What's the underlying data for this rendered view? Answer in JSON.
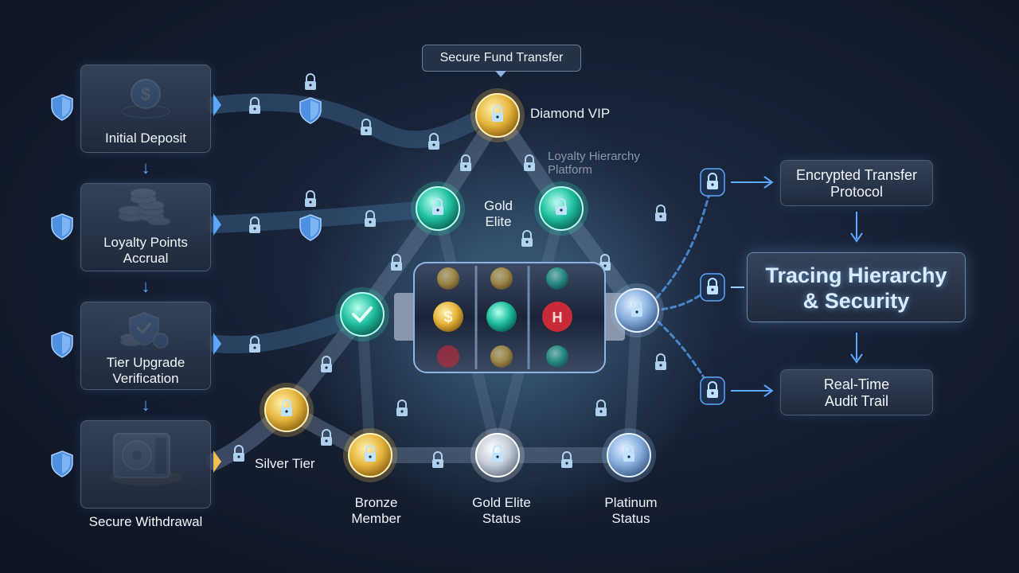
{
  "left_steps": [
    {
      "label": "Initial Deposit"
    },
    {
      "label": "Loyalty Points Accrual"
    },
    {
      "label": "Tier Upgrade Verification"
    },
    {
      "label": "Secure Withdrawal"
    }
  ],
  "callout": "Secure Fund Transfer",
  "tiers": {
    "diamond": "Diamond VIP",
    "gold_top": "Gold Elite",
    "silver": "Silver Tier",
    "bronze": "Bronze Member",
    "gold_status": "Gold Elite Status",
    "platinum": "Platinum Status"
  },
  "platform_label": "Loyalty Hierarchy Platform",
  "right_panel": {
    "encrypted": "Encrypted Transfer Protocol",
    "title": "Tracing Hierarchy & Security",
    "audit": "Real-Time Audit Trail"
  },
  "icons": [
    "dollar-coin-icon",
    "coin-stack-icon",
    "shield-check-icon",
    "vault-icon",
    "lock-icon",
    "shield-icon",
    "slot-reel-icon"
  ],
  "colors": {
    "gold": "#f2c14e",
    "teal": "#2fd3b4",
    "silver": "#d7dde6",
    "platinum": "#8fb8ea",
    "accent": "#5aa8ff"
  }
}
